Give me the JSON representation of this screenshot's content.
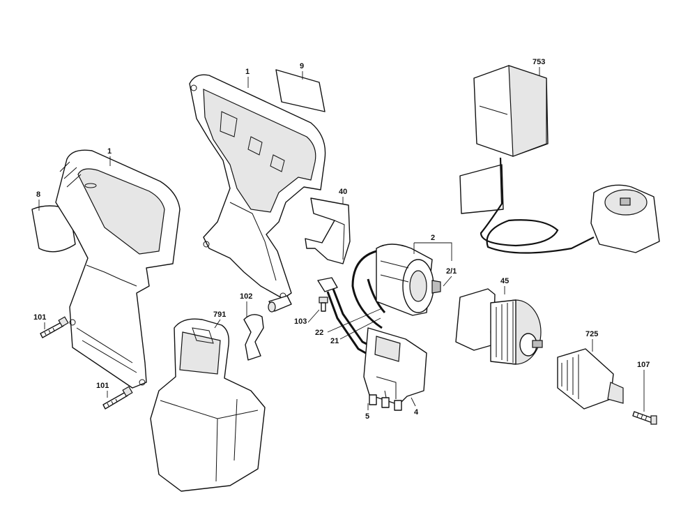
{
  "diagram": {
    "type": "exploded-parts-view",
    "colors": {
      "line": "#111111",
      "background": "#ffffff",
      "shade": "#e6e6e6"
    },
    "callouts": {
      "housing_left": "1",
      "housing_right": "1",
      "label_9": "9",
      "label_8": "8",
      "screw_101_top": "101",
      "screw_101_bottom": "101",
      "clip_102": "102",
      "screw_103": "103",
      "bracket_40": "40",
      "battery_791": "791",
      "wire_22": "22",
      "wire_21": "21",
      "motor_2": "2",
      "motor_2_1": "2/1",
      "switch_5": "5",
      "switch_4": "4",
      "gearbox_45": "45",
      "chuck_725": "725",
      "screw_107": "107",
      "charger_753": "753"
    }
  }
}
